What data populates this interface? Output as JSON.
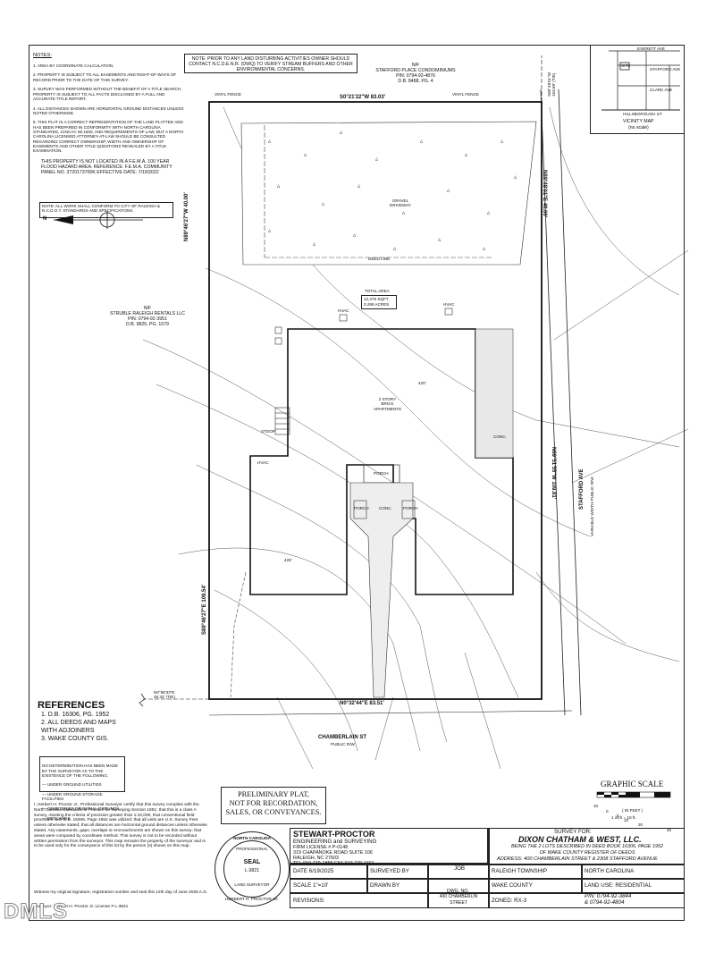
{
  "notes": {
    "title": "NOTES:",
    "items": [
      "1. AREA BY COORDINATE CALCULATION.",
      "2. PROPERTY IS SUBJECT TO ALL EASEMENTS AND RIGHT-OF-WAYS OF RECORD PRIOR TO THE DATE OF THIS SURVEY.",
      "3. SURVEY WAS PERFORMED WITHOUT THE BENEFIT OF A TITLE SEARCH. PROPERTY IS SUBJECT TO ALL FACTS DISCLOSED BY A FULL AND ACCURATE TITLE REPORT.",
      "4. ALL DISTANCES SHOWN ARE HORIZONTAL GROUND DISTANCES UNLESS NOTED OTHERWISE.",
      "5. THIS PLAT IS A CORRECT REPRESENTATION OF THE LAND PLATTED AND HAS BEEN PREPARED IN CONFORMITY WITH NORTH CAROLINA STANDARDS, 21NCAC 56.1600, AND REQUIREMENTS OF LAW, BUT A NORTH CAROLINA LICENSED ATTORNEY-AT-LAW SHOULD BE CONSULTED REGARDING CORRECT OWNERSHIP, WIDTH AND OWNERSHIP OF EASEMENTS AND OTHER TITLE QUESTIONS REVEALED BY A TITLE EXAMINATION."
    ]
  },
  "flood_note": "THIS PROPERTY IS NOT LOCATED IN A F.E.M.A. 100 YEAR FLOOD HAZARD AREA. REFERENCE: F.E.M.A. COMMUNITY PANEL NO. 3720173700K EFFECTIVE DATE: 7/19/2022",
  "work_note": "NOTE: ALL WORK SHALL CONFORM TO CITY OF RALEIGH & N.C.D.O.T. STANDARDS AND SPECIFICATIONS.",
  "denr_note": "NOTE: PRIOR TO ANY LAND DISTURBING ACTIVITIES OWNER SHOULD CONTACT N.C.D.E.N.R. (DWQ) TO VERIFY STREAM BUFFERS AND OTHER ENVIRONMENTAL CONCERNS.",
  "adjoiner_north": "N/F\nSTAFFORD PLACE CONDOMINIUMS\nPIN: 0794-92-4876\nD.B. 8488, PG. 4",
  "adjoiner_south": "N/F\nSTRUBLE RALEIGH RENTALS LLC\nPIN: 0794-92-3951\nD.B. 9825, PG. 1079",
  "vicinity": {
    "title": "VICINITY MAP",
    "subtitle": "(no scale)",
    "streets": [
      "EVERETT AVE",
      "STAFFORD AVE",
      "CLARK AVE",
      "HILLSBOROUGH ST",
      "SITE"
    ]
  },
  "bearings": {
    "top": "S0°21'22\"W   83.03'",
    "left_top": "N89°46'27\"W   40.00'",
    "left_bottom": "S89°46'27\"E   109.54'",
    "right_top": "N89°48'01\"E   40.00'",
    "right_bottom": "N89°51'55\"W   109.81'",
    "bottom": "N0°32'44\"E   83.51'",
    "tie_corner": "S89°48'01\"W\n153.59' (TIE)",
    "tie_bottom": "N0°58'33\"E\n48.32' (TIE)"
  },
  "labels": {
    "vinyl_fence": "VINYL FENCE",
    "deed_line": "DEED LINE",
    "gravel": "GRAVEL\nDRIVEWAY",
    "total_area_title": "TOTAL AREA",
    "total_area_sqft": "12,476 SQFT",
    "total_area_acres": "0.286 ACRES",
    "hvac": "HVAC",
    "stoop": "STOOP",
    "building": "2 STORY\nBRICK\nAPARTMENTS",
    "porch": "PORCH",
    "conc": "CONC.",
    "stafford": "STAFFORD AVE",
    "stafford_sub": "VARIABLE WIDTH PUBLIC R/W",
    "chamberlain": "CHAMBERLAIN ST",
    "chamberlain_sub": "PUBLIC R/W",
    "contour_425": "425'",
    "contour_420": "420'",
    "north_arrow": "N"
  },
  "references": {
    "title": "REFERENCES",
    "items": [
      "1. D.B. 16306, PG. 1952",
      "2. ALL DEEDS AND MAPS\n    WITH ADJOINERS",
      "3. WAKE COUNTY GIS."
    ]
  },
  "legend": {
    "heading": "NO DETERMINATION HAS BEEN MADE BY THE SURVEYOR AS TO THE EXISTENCE OF THE FOLLOWING.",
    "items": [
      "UNDER GROUND UTILITIES",
      "UNDER GROUND STORAGE FACILITIES",
      "CEMETERIES OR BURIAL GROUNDS",
      "WETLANDS"
    ]
  },
  "prelim": "PRELIMINARY PLAT,\nNOT FOR RECORDATION,\nSALES, OR CONVEYANCES.",
  "graphic_scale": {
    "title": "GRAPHIC SCALE",
    "ticks": [
      "10",
      "0",
      "5",
      "10",
      "20",
      "40"
    ],
    "unit": "( IN FEET )",
    "ratio": "1 inch = 10 ft."
  },
  "certification": "I, Herbert H. Proctor Jr., Professional Surveyor certify that this survey complies with the North Carolina Standards of Practice for Surveying Section 1851; that this is a class A survey, meeting the criteria of precision greater than 1:10,000, that conventional field procedure with D.B. 16306, Page 1952 was utilized; that all units are U.S. Survey Feet unless otherwise stated; that all distances are horizontal ground distances unless otherwise stated. Any easements, gaps, overlaps or encroachments are shown on this survey; that areas were computed by coordinate method. This survey is not to be recorded without written permission from the surveyor. This map remains the property of the surveyor and is to be used only for the conveyance of this lot by the person (s) shown on this map.",
  "witness": "Witness my original signature, registration number and seal this 12th day of June 2025 A.D.",
  "surveyor_line": "Surveyor: Herbert H. Proctor Jr.    License # L-3821",
  "seal": {
    "top": "NORTH CAROLINA",
    "mid": "PROFESSIONAL",
    "seal": "SEAL",
    "license": "L-3821",
    "bottom": "HERBERT H. PROCTOR JR.",
    "arc2": "LAND SURVEYOR"
  },
  "firm": {
    "name": "STEWART-PROCTOR",
    "sub": "ENGINEERING and SURVEYING",
    "license": "FIRM LICENSE # P-0148",
    "addr1": "319 CHAPANOKE ROAD    SUITE 106",
    "addr2": "RALEIGH, NC  27603",
    "phone": "TEL 919 779-1855   FAX 919 779-1661"
  },
  "titleblock": {
    "date": "DATE  6/19/2025",
    "surveyed": "SURVEYED BY",
    "scale": "SCALE    1\"=10'",
    "drawn": "DRAWN BY",
    "revisions": "REVISIONS:",
    "job": "JOB",
    "dwg": "DWG. NO.",
    "dwg_val": "400 CHAMBERLIN\nSTREET",
    "survey_for": "SURVEY FOR:",
    "client": "DIXON CHATHAM & WEST, LLC.",
    "being": "BEING THE 2 LOTS DESCRIBED IN DEED BOOK 16306, PAGE 1952\nOF WAKE COUNTY REGISTER OF DEEDS",
    "address": "ADDRESS:  400 CHAMBERLAIN STREET & 2308 STAFFORD AVENUE",
    "township": "RALEIGH TOWNSHIP",
    "state": "NORTH CAROLINA",
    "county": "WAKE COUNTY",
    "land_use": "LAND USE: RESIDENTIAL",
    "zoned": "ZONED:  RX-3",
    "pin": "PIN:  0794-92-3844\n& 0794-92-4804"
  },
  "watermark": "DMLS"
}
